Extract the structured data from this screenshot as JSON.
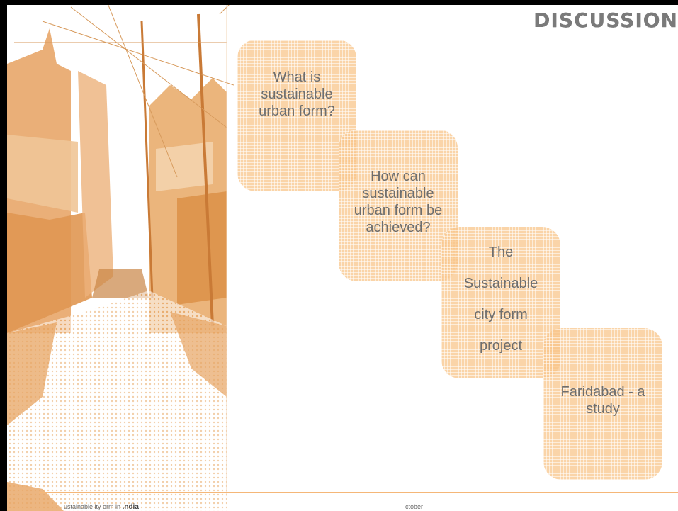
{
  "slide": {
    "title": "DISCUSSION",
    "boxes": [
      {
        "text": "What is sustainable urban form?"
      },
      {
        "text": "How can sustainable urban form be achieved?"
      },
      {
        "text": "The Sustainable city form project"
      },
      {
        "text": "Faridabad - a study"
      }
    ],
    "footer": {
      "left_prefix": "ustainable ity orm in",
      "left_bold": ".ndia",
      "middle": "ctober"
    },
    "colors": {
      "accent": "#f8c486",
      "photo_tint": "#e9a964",
      "text": "#6e6e6e"
    }
  }
}
